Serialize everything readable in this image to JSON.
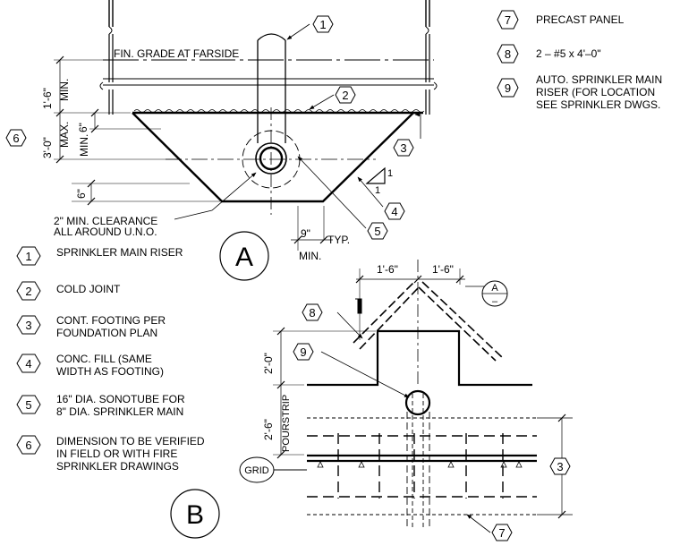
{
  "colors": {
    "ink": "#000000",
    "paper": "#ffffff"
  },
  "detail_a": {
    "label": "A",
    "fin_grade_note": "FIN. GRADE AT FARSIDE",
    "dim_1_6_min": "1'-6\"",
    "dim_min_word": "MIN.",
    "dim_3_0_max": "3'-0\"",
    "dim_max_word": "MAX.",
    "dim_6_min": "6\"",
    "dim_min6_word": "MIN.",
    "dim_6": "6\"",
    "dim_9": "9\"",
    "dim_typ": "TYP.",
    "dim_9_min": "MIN.",
    "slope_rise": "1",
    "slope_run": "1",
    "clearance_line1": "2\" MIN. CLEARANCE",
    "clearance_line2": "ALL AROUND U.N.O.",
    "tags": {
      "riser": "1",
      "joint": "2",
      "footing": "3",
      "fill": "4",
      "sonotube": "5",
      "verify": "6"
    }
  },
  "keynotes_right": [
    {
      "tag": "7",
      "lines": [
        "PRECAST PANEL"
      ]
    },
    {
      "tag": "8",
      "lines": [
        "2 – #5 x 4'–0\""
      ]
    },
    {
      "tag": "9",
      "lines": [
        "AUTO. SPRINKLER MAIN",
        "RISER (FOR LOCATION",
        "SEE SPRINKLER DWGS."
      ]
    }
  ],
  "keynotes_left": [
    {
      "tag": "1",
      "lines": [
        "SPRINKLER MAIN RISER"
      ]
    },
    {
      "tag": "2",
      "lines": [
        "COLD JOINT"
      ]
    },
    {
      "tag": "3",
      "lines": [
        "CONT. FOOTING PER",
        "FOUNDATION PLAN"
      ]
    },
    {
      "tag": "4",
      "lines": [
        "CONC. FILL (SAME",
        "WIDTH AS FOOTING)"
      ]
    },
    {
      "tag": "5",
      "lines": [
        "16\" DIA. SONOTUBE FOR",
        "8\" DIA. SPRINKLER MAIN"
      ]
    },
    {
      "tag": "6",
      "lines": [
        "DIMENSION TO BE VERIFIED",
        "IN FIELD OR WITH FIRE",
        "SPRINKLER DRAWINGS"
      ]
    }
  ],
  "detail_b": {
    "label": "B",
    "dim_left": "1'-6\"",
    "dim_right": "1'-6\"",
    "dim_2_0": "2'-0\"",
    "dim_2_6": "2'-6\"",
    "pourstrip": "POURSTRIP",
    "grid": "GRID",
    "section_mark_top": "A",
    "section_mark_bottom": "–",
    "tags": {
      "bars": "8",
      "riser": "9",
      "footing": "3",
      "panel": "7"
    }
  }
}
